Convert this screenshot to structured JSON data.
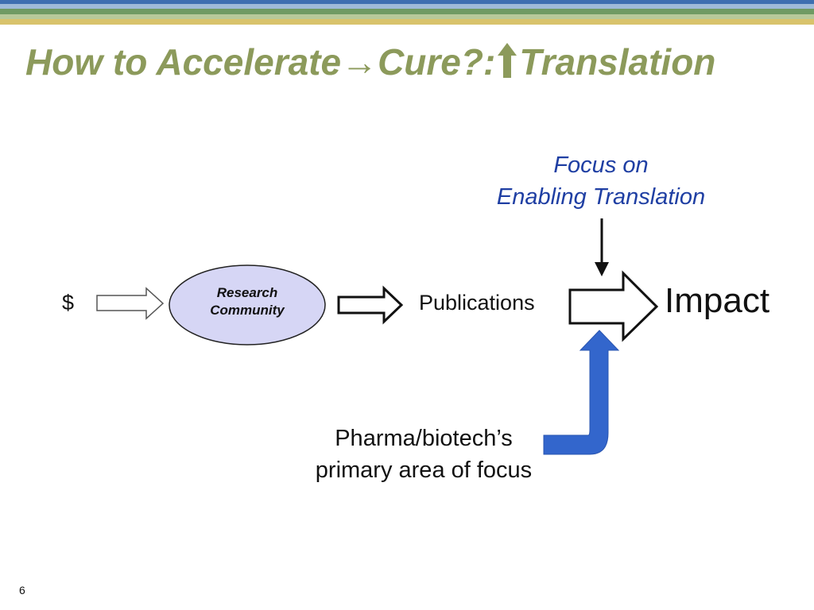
{
  "slide": {
    "title_part1": "How to Accelerate→Cure?:",
    "title_part2": "Translation",
    "title_icon": "up-arrow-icon",
    "page_number": "6"
  },
  "diagram": {
    "input_label": "$",
    "node_label_line1": "Research",
    "node_label_line2": "Community",
    "output_label": "Publications",
    "result_label": "Impact",
    "focus_line1": "Focus on",
    "focus_line2": "Enabling Translation",
    "pharma_line1": "Pharma/biotech’s",
    "pharma_line2": "primary area of focus"
  },
  "colors": {
    "title": "#8c9a5b",
    "focus_text": "#1f3fa3",
    "ellipse_fill": "#d6d6f5",
    "blue_arrow": "#3366cc",
    "stripe_blue": "#3e6fb0",
    "stripe_light_blue": "#9fbbd8",
    "stripe_green": "#6f9a63",
    "stripe_light_green": "#b7c99a",
    "stripe_gold": "#d8c36c"
  }
}
